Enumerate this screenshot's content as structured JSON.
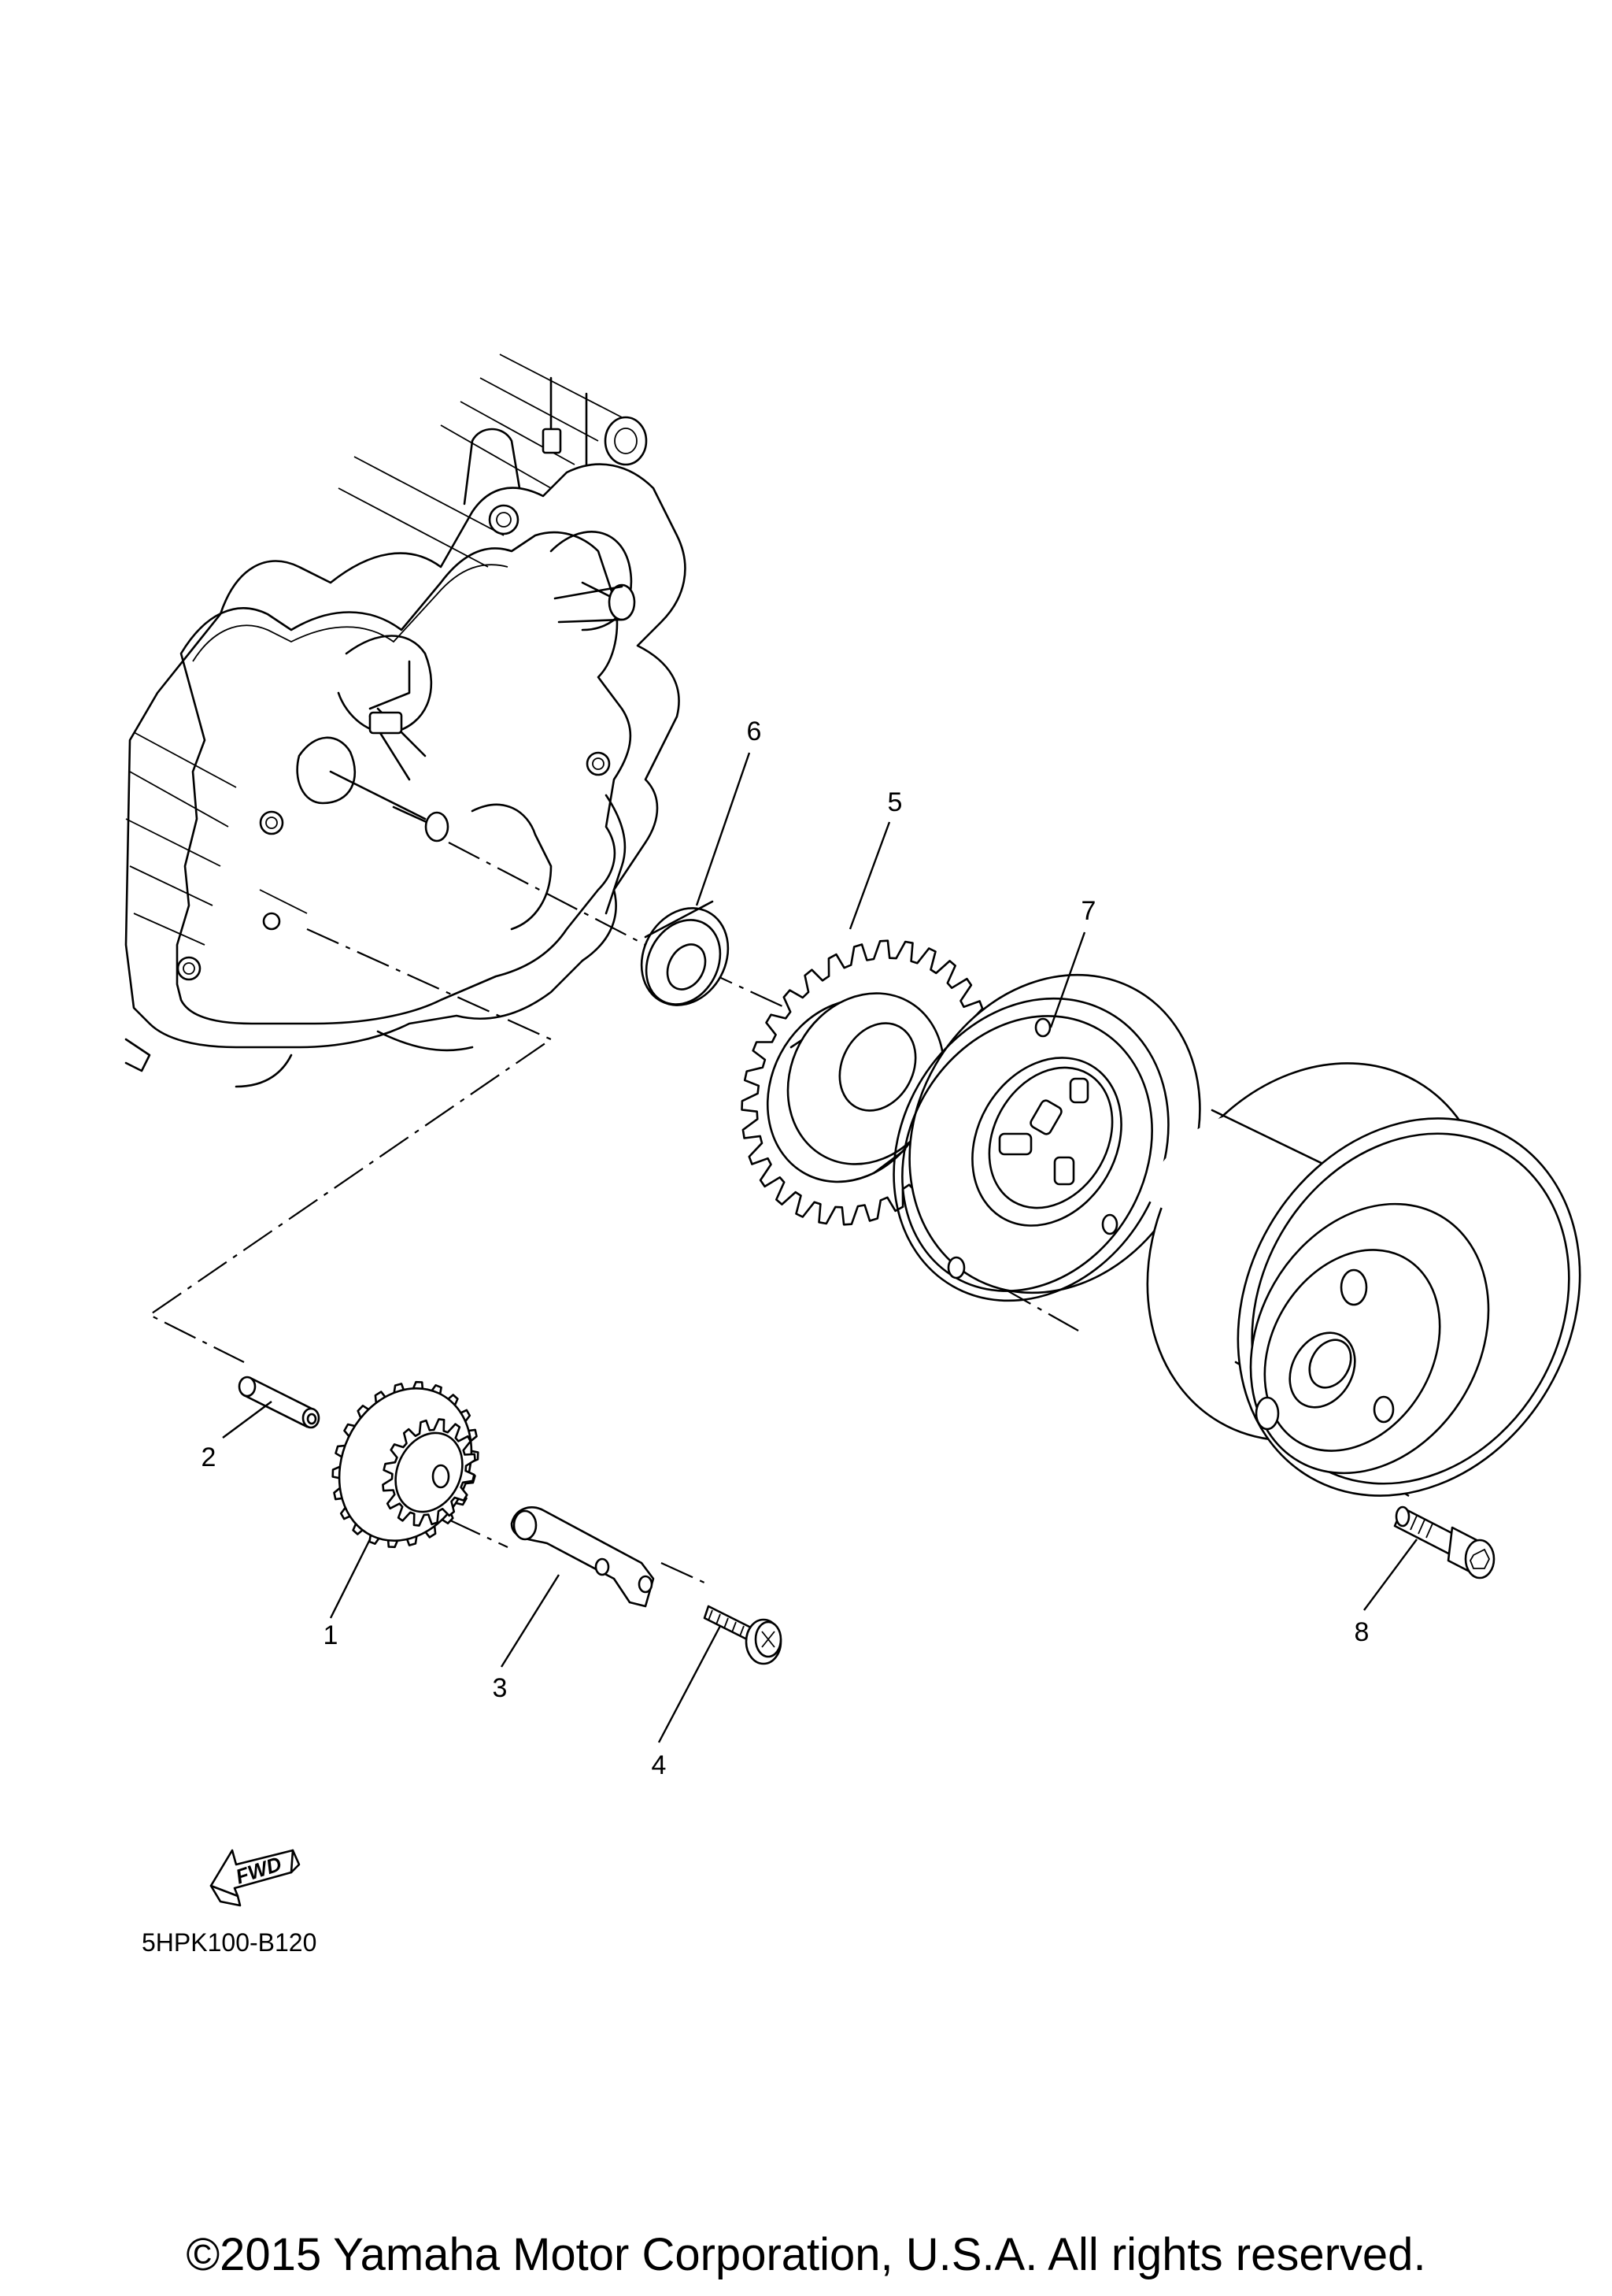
{
  "parts": [
    {
      "ref": "1"
    },
    {
      "ref": "2"
    },
    {
      "ref": "3"
    },
    {
      "ref": "4"
    },
    {
      "ref": "5"
    },
    {
      "ref": "6"
    },
    {
      "ref": "7"
    },
    {
      "ref": "8"
    }
  ],
  "labels": {
    "p1": "1",
    "p2": "2",
    "p3": "3",
    "p4": "4",
    "p5": "5",
    "p6": "6",
    "p7": "7",
    "p8": "8"
  },
  "fwd_label": "FWD",
  "diagram_code": "5HPK100-B120",
  "copyright": "©2015 Yamaha Motor Corporation, U.S.A. All rights reserved."
}
